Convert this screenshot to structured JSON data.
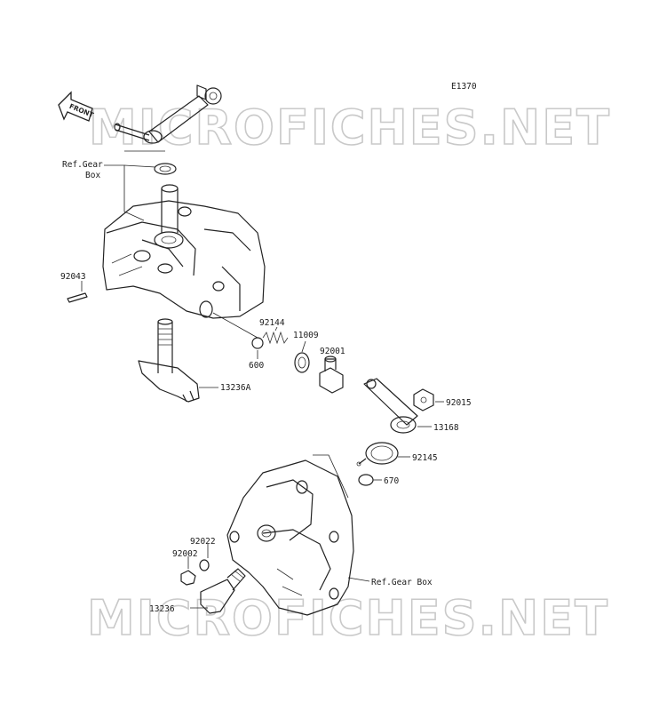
{
  "diagram_code": "E1370",
  "front_label": "FRONT",
  "watermarks": [
    "MICROFICHES.NET",
    "MICROFICHES.NET"
  ],
  "labels": {
    "ref_gear_box_top": [
      "Ref.Gear",
      "Box"
    ],
    "p92043": "92043",
    "p92144": "92144",
    "p11009": "11009",
    "p92001": "92001",
    "p600": "600",
    "p13236A": "13236A",
    "p92015": "92015",
    "p13168": "13168",
    "p92145": "92145",
    "p670": "670",
    "p92022": "92022",
    "p92002": "92002",
    "ref_gear_box_bottom": "Ref.Gear Box",
    "p13236": "13236"
  }
}
